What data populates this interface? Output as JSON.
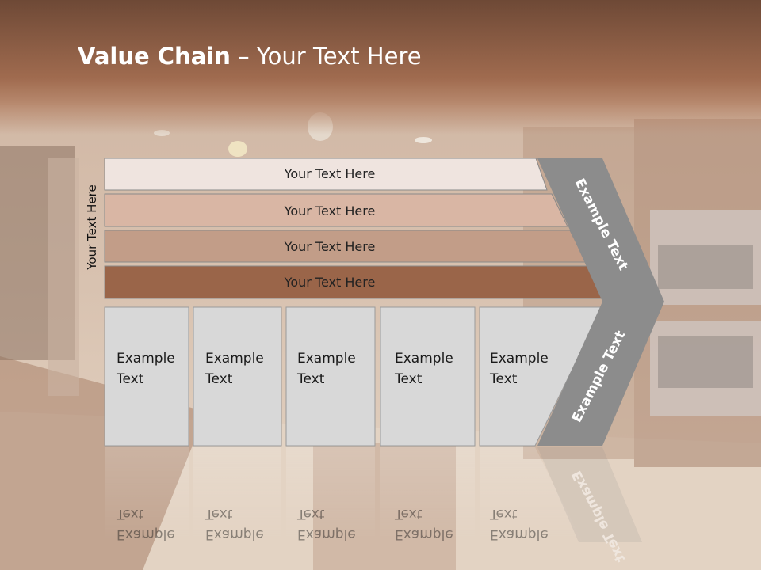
{
  "slide": {
    "title_bold": "Value Chain",
    "title_rest": " – Your Text Here",
    "vertical_label": "Your Text Here"
  },
  "bars": [
    {
      "label": "Your Text Here",
      "color": "#efe4df"
    },
    {
      "label": "Your Text Here",
      "color": "#d9b6a4"
    },
    {
      "label": "Your Text Here",
      "color": "#c29d88"
    },
    {
      "label": "Your Text Here",
      "color": "#9a6549"
    }
  ],
  "columns": [
    {
      "line1": "Example",
      "line2": "Text"
    },
    {
      "line1": "Example",
      "line2": "Text"
    },
    {
      "line1": "Example",
      "line2": "Text"
    },
    {
      "line1": "Example",
      "line2": "Text"
    },
    {
      "line1": "Example",
      "line2": "Text"
    }
  ],
  "chevron": {
    "upper_label": "Example Text",
    "lower_label": "Example Text",
    "color": "#8c8c8c"
  },
  "colors": {
    "header_brown": "#8f5e44",
    "column_fill": "#d8d8d8",
    "column_border": "#9a9a9a"
  }
}
